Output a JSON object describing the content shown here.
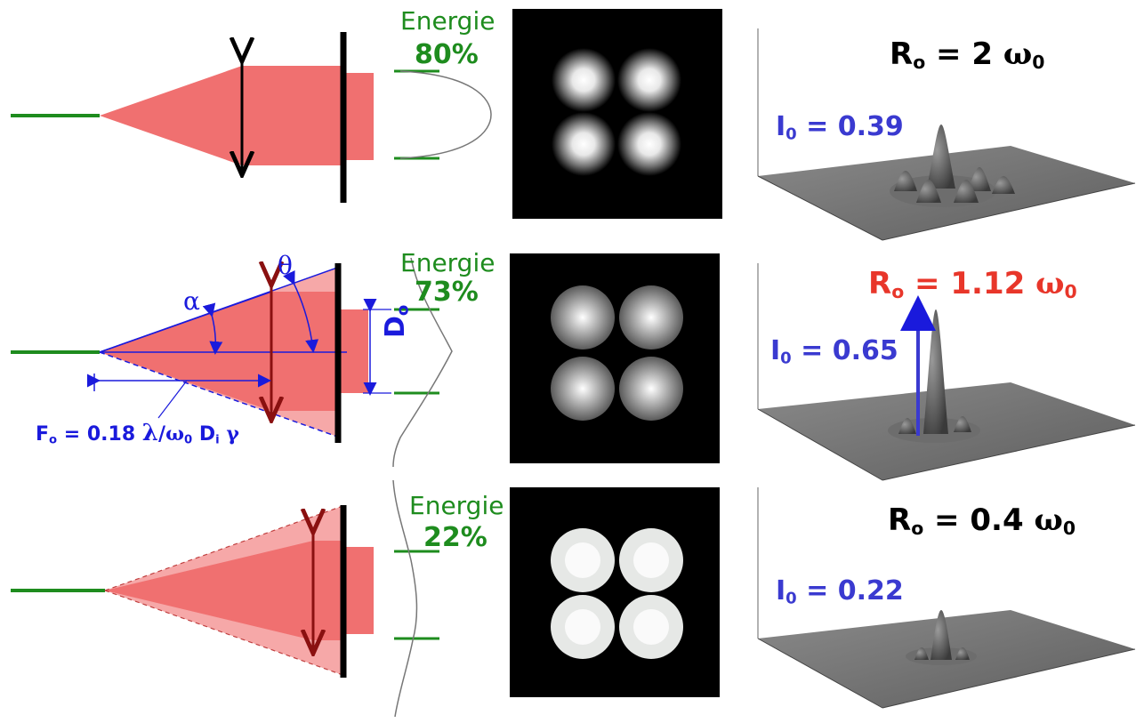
{
  "rows": [
    {
      "energie_label": "Energie",
      "energie_pct": "80%",
      "ratio": {
        "prefix": "R",
        "prefix_sub": "o",
        "eq": " = 2 ",
        "omega": "ω",
        "omega_sub": "0"
      },
      "ratio_color": "#000000",
      "io": {
        "prefix": "I",
        "sub": "0",
        "value": " = 0.39"
      }
    },
    {
      "energie_label": "Energie",
      "energie_pct": "73%",
      "ratio": {
        "prefix": "R",
        "prefix_sub": "o",
        "eq": " = 1.12 ",
        "omega": "ω",
        "omega_sub": "0"
      },
      "ratio_color": "#e8362a",
      "io": {
        "prefix": "I",
        "sub": "0",
        "value": " = 0.65"
      }
    },
    {
      "energie_label": "Energie",
      "energie_pct": "22%",
      "ratio": {
        "prefix": "R",
        "prefix_sub": "o",
        "eq": " = 0.4 ",
        "omega": "ω",
        "omega_sub": "0"
      },
      "ratio_color": "#000000",
      "io": {
        "prefix": "I",
        "sub": "0",
        "value": " = 0.22"
      }
    }
  ],
  "annotations": {
    "theta": "θ",
    "alpha": "α",
    "d_label": "D",
    "d_sub": "o",
    "formula": {
      "f": "F",
      "f_sub": "o",
      "eq": " = 0.18 ",
      "lambda": "λ",
      "slash_omega": "/ω",
      "omega_sub": "0",
      "d": " D",
      "d_sub": "i",
      "gamma": " γ"
    }
  },
  "colors": {
    "beam": "#f07070",
    "beam_light": "#f6a8a8",
    "axis": "#1e8c1e",
    "annot": "#1a1adc",
    "highlight": "#e8362a"
  }
}
